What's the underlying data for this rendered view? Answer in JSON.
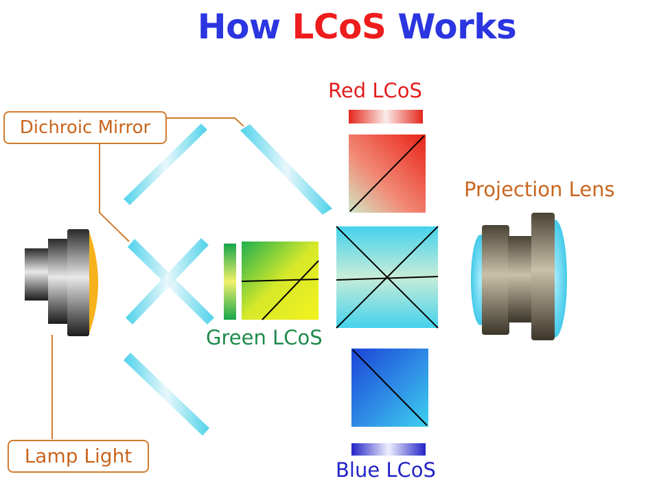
{
  "title": {
    "prefix": "How",
    "highlight": "LCoS",
    "suffix": "Works"
  },
  "labels": {
    "dichroic_mirror": "Dichroic Mirror",
    "lamp_light": "Lamp Light",
    "red_lcos": "Red LCoS",
    "green_lcos": "Green LCoS",
    "blue_lcos": "Blue LCoS",
    "projection_lens": "Projection Lens"
  },
  "colors": {
    "title_blue": "#2b35e0",
    "title_red": "#ee1c1c",
    "red_label": "#e21d1d",
    "green_label": "#1e8a4a",
    "blue_label": "#2323c8",
    "callout": "#c8651e",
    "mirror": "#4fd2ea",
    "lamp_glow": "#f5b21a"
  }
}
